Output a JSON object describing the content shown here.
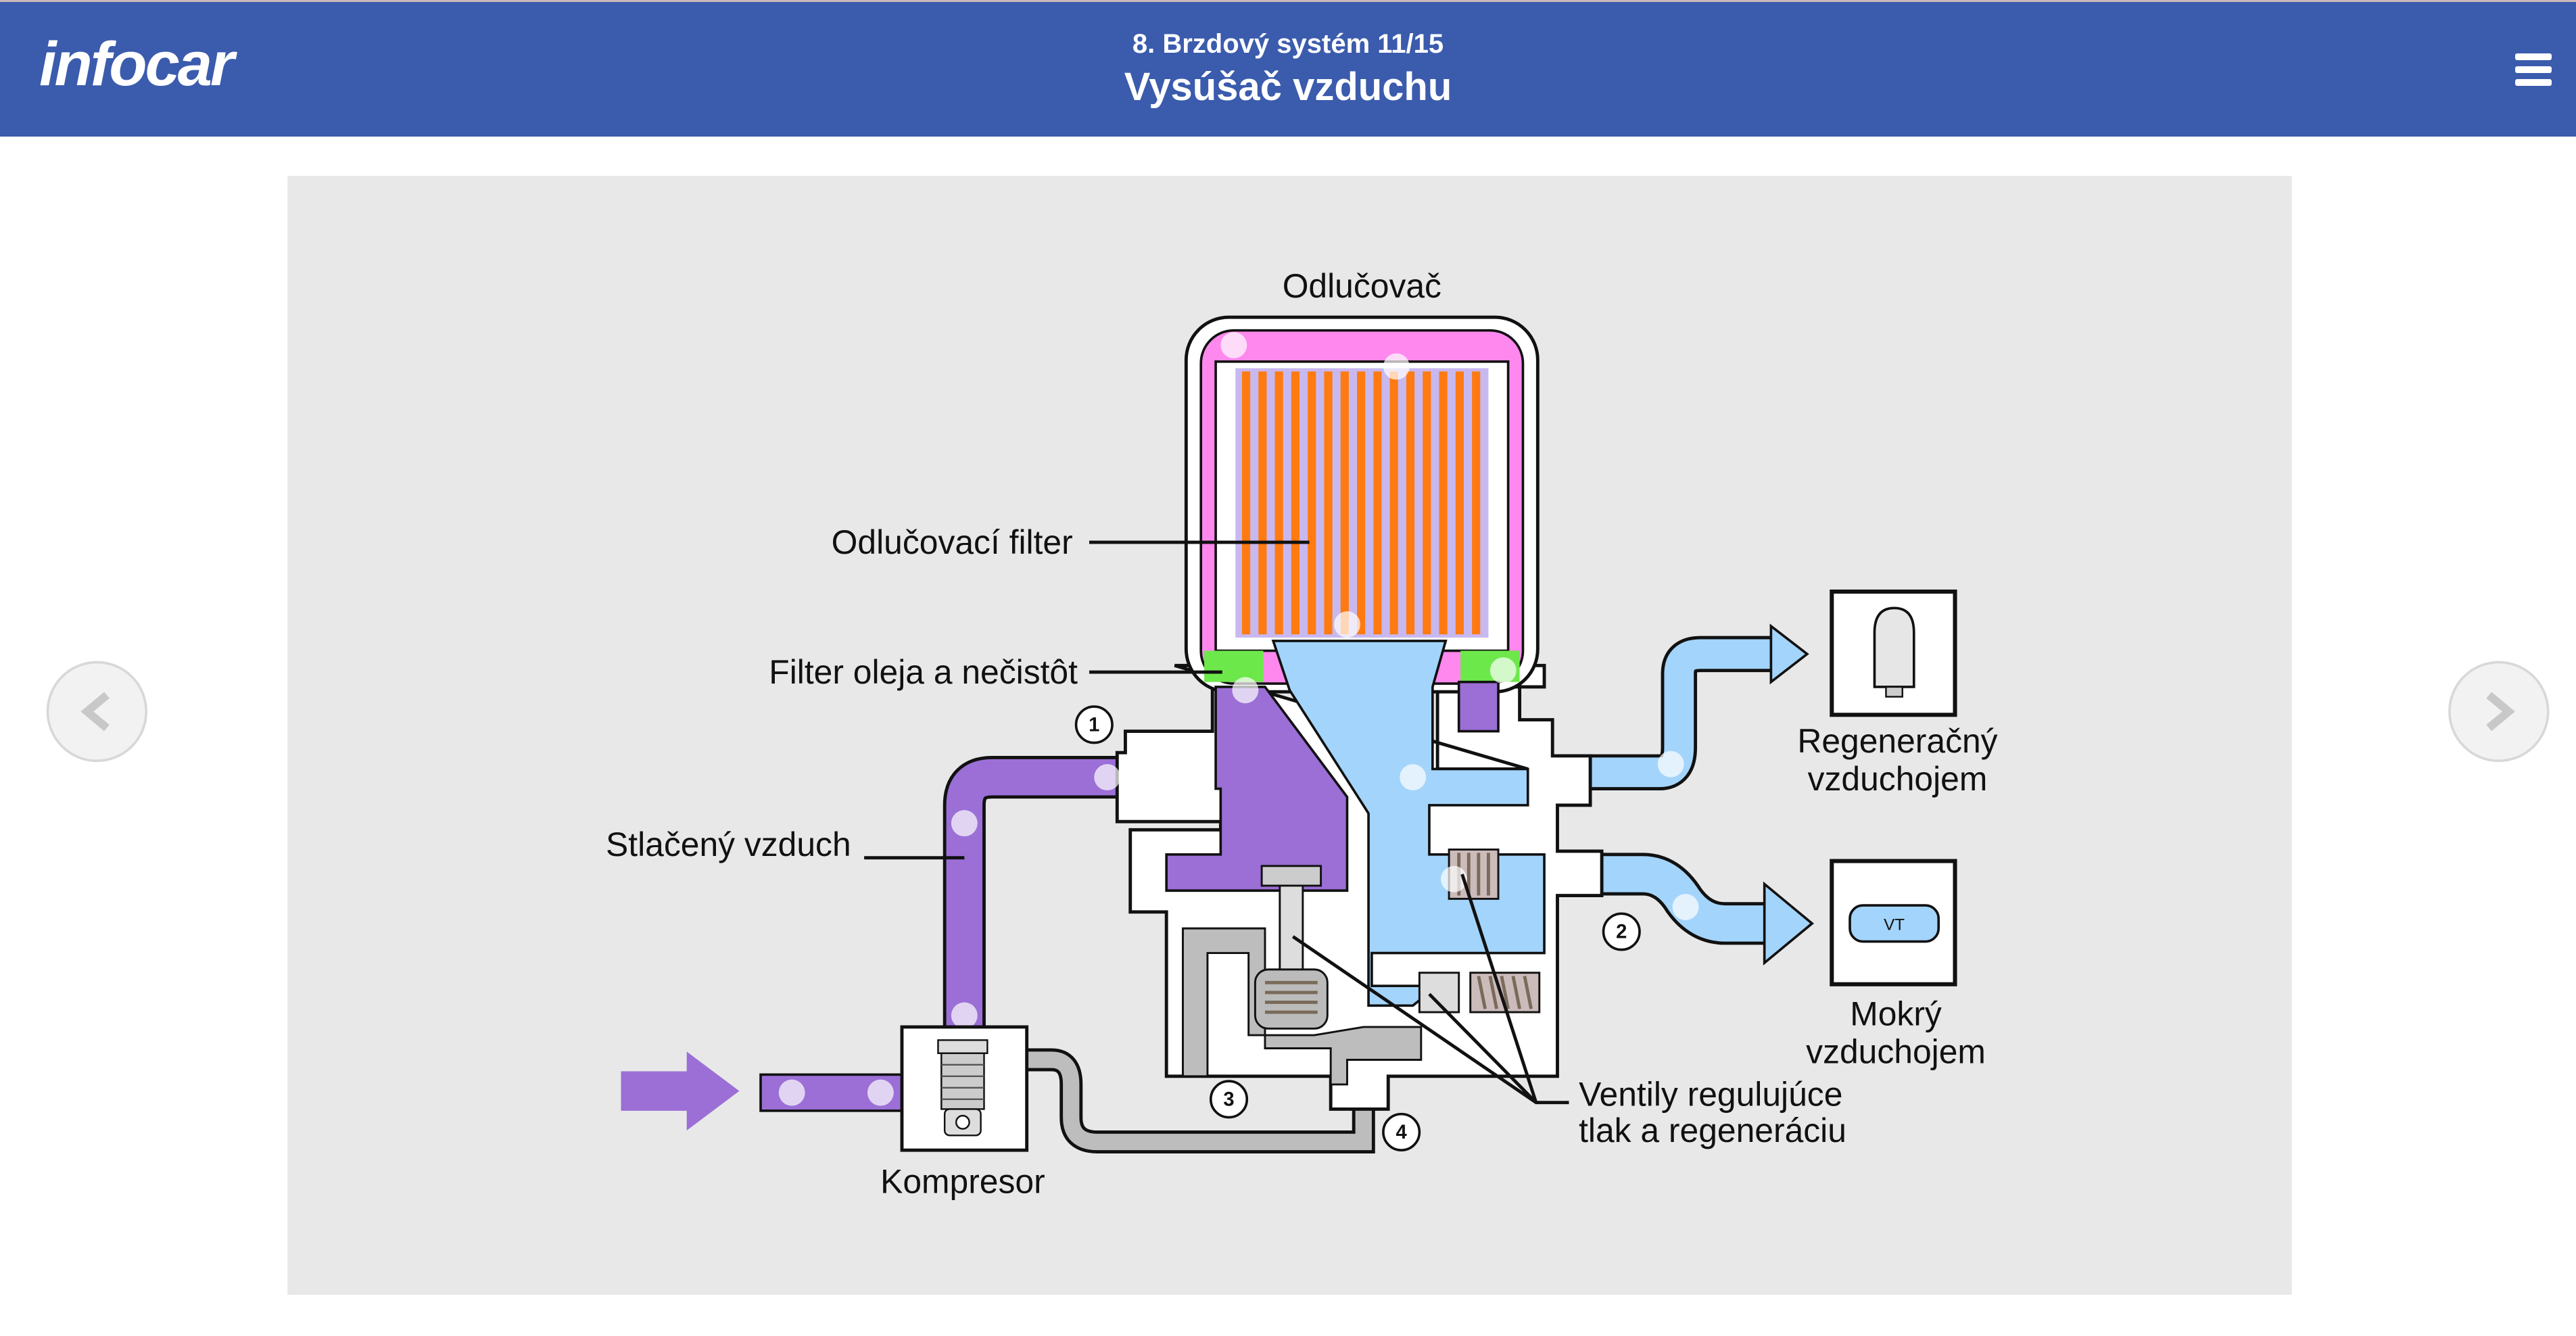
{
  "header": {
    "logo": "infocar",
    "subtitle": "8. Brzdový systém 11/15",
    "title": "Vysúšač vzduchu",
    "menu_icon": "hamburger-icon"
  },
  "navigation": {
    "prev_icon": "chevron-left-icon",
    "next_icon": "chevron-right-icon"
  },
  "diagram": {
    "labels": {
      "separator": "Odlučovač",
      "separator_filter": "Odlučovací filter",
      "oil_filter": "Filter oleja a nečistôt",
      "compressed_air": "Stlačený vzduch",
      "compressor": "Kompresor",
      "regen_tank_1": "Regeneračný",
      "regen_tank_2": "vzduchojem",
      "wet_tank_1": "Mokrý",
      "wet_tank_2": "vzduchojem",
      "wet_tank_badge": "VT",
      "valves_1": "Ventily regulujúce",
      "valves_2": "tlak a regeneráciu"
    },
    "ports": [
      "1",
      "2",
      "3",
      "4"
    ],
    "colors": {
      "compressed_air": "#9b6fd6",
      "dry_air": "#a3d4fb",
      "separator_chamber": "#ff88ee",
      "filter": "#ff7a10",
      "oil_filter": "#6de84a",
      "control_line": "#bdbdbd",
      "header": "#3b5bad",
      "panel": "#e8e8e8"
    }
  }
}
